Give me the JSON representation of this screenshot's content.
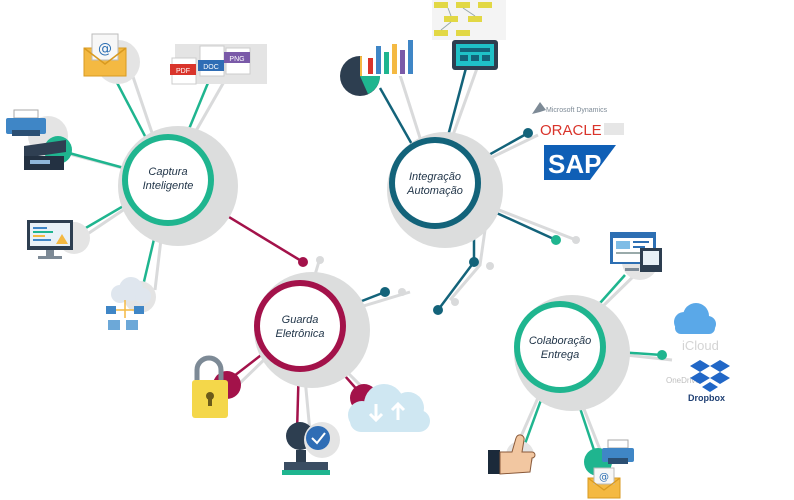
{
  "hubs": {
    "captura": {
      "line1": "Captura",
      "line2": "Inteligente",
      "color": "#1fb58f"
    },
    "integracao": {
      "line1": "Integração",
      "line2": "Automação",
      "color": "#13637a"
    },
    "guarda": {
      "line1": "Guarda",
      "line2": "Eletrônica",
      "color": "#a3124a"
    },
    "colaboracao": {
      "line1": "Colaboração",
      "line2": "Entrega",
      "color": "#1fb58f"
    }
  },
  "file_badges": {
    "pdf": "PDF",
    "doc": "DOC",
    "png": "PNG"
  },
  "brands": {
    "ms_dynamics": "Microsoft Dynamics",
    "oracle": "ORACLE",
    "sap": "SAP",
    "icloud": "iCloud",
    "onedrive": "OneDrive",
    "dropbox": "Dropbox"
  },
  "icons": [
    "email-icon",
    "file-types-icon",
    "bar-chart-icon",
    "flowchart-icon",
    "monitor-icon",
    "printer-icon",
    "scanner-icon",
    "code-monitor-icon",
    "cloud-network-icon",
    "padlock-icon",
    "stamp-icon",
    "cloud-transfer-icon",
    "web-page-icon",
    "thumbs-up-icon",
    "email-small-icon",
    "printer-small-icon"
  ],
  "colors": {
    "green": "#1fb58f",
    "teal": "#13637a",
    "crimson": "#a3124a",
    "gray": "#d9dadb"
  }
}
